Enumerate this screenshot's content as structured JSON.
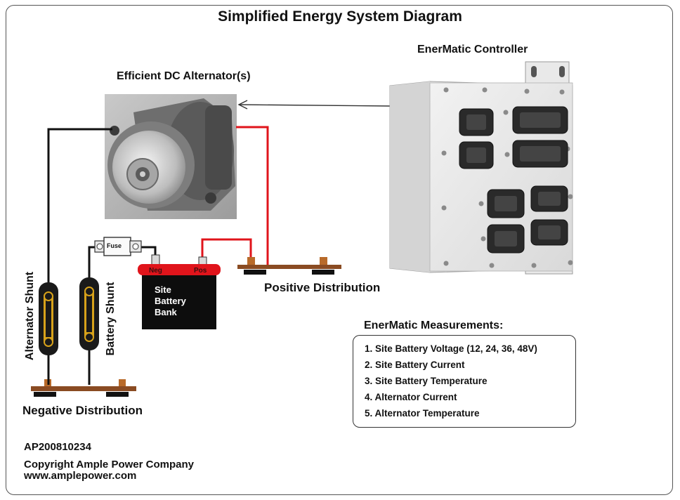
{
  "title": "Simplified Energy System Diagram",
  "controller_label": "EnerMatic Controller",
  "alternator_label": "Efficient DC Alternator(s)",
  "positive_distribution_label": "Positive Distribution",
  "negative_distribution_label": "Negative Distribution",
  "alternator_shunt_label": "Alternator Shunt",
  "battery_shunt_label": "Battery Shunt",
  "fuse_label": "Fuse",
  "battery": {
    "neg_label": "Neg",
    "pos_label": "Pos",
    "line1": "Site",
    "line2": "Battery",
    "line3": "Bank"
  },
  "measurements": {
    "heading": "EnerMatic Measurements:",
    "items": [
      "1.  Site Battery Voltage (12, 24, 36, 48V)",
      "2.  Site Battery Current",
      "3.  Site Battery Temperature",
      "4.  Alternator Current",
      "5.  Alternator Temperature"
    ]
  },
  "footer": {
    "id": "AP200810234",
    "copyright": "Copyright Ample Power Company",
    "url": "www.amplepower.com"
  },
  "colors": {
    "positive_wire": "#e0141b",
    "negative_wire": "#111111",
    "bus_bar": "#8a4b22",
    "shunt_body": "#1a1a1a",
    "shunt_contact": "#d8a21a",
    "controller_body": "#e6e6e6"
  },
  "icons": [
    "alternator-photo",
    "controller-photo",
    "fuse-icon",
    "shunt-icon",
    "bus-bar-icon",
    "battery-icon"
  ]
}
